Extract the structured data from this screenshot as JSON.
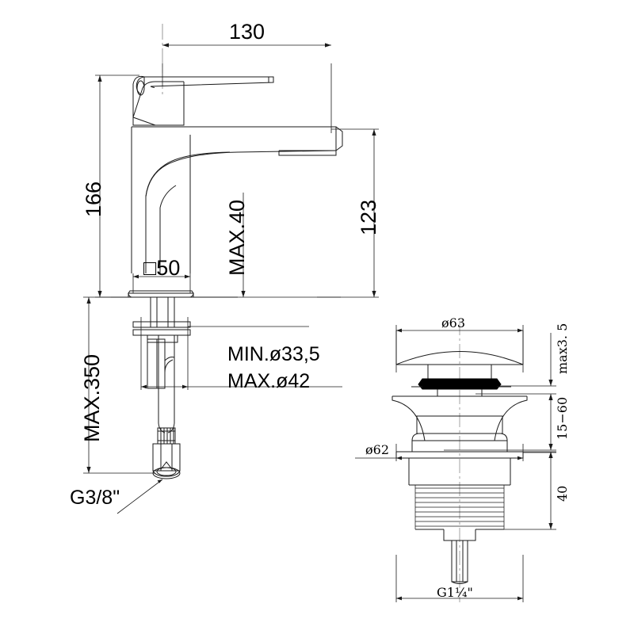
{
  "drawing": {
    "title": "Basin mixer tap and pop-up waste technical drawing",
    "line_color": "#1a1a1a",
    "dim_color": "#1a1a1a",
    "seal_color": "#000000",
    "background": "#ffffff"
  },
  "faucet": {
    "dimensions": {
      "spout_reach": "130",
      "total_height": "166",
      "spout_height": "123",
      "max_clearance": "MAX.40",
      "base_size": "□50",
      "tail_length": "MAX.350",
      "min_hole": "MIN.ø33,5",
      "max_hole": "MAX.ø42",
      "inlet_thread": "G3/8\""
    }
  },
  "waste": {
    "dimensions": {
      "cap_diameter": "ø63",
      "flange_diameter": "ø62",
      "cap_gap": "max3. 5",
      "basin_thickness": "15−60",
      "thread_length": "40",
      "outlet_thread": "G1¼\""
    }
  }
}
